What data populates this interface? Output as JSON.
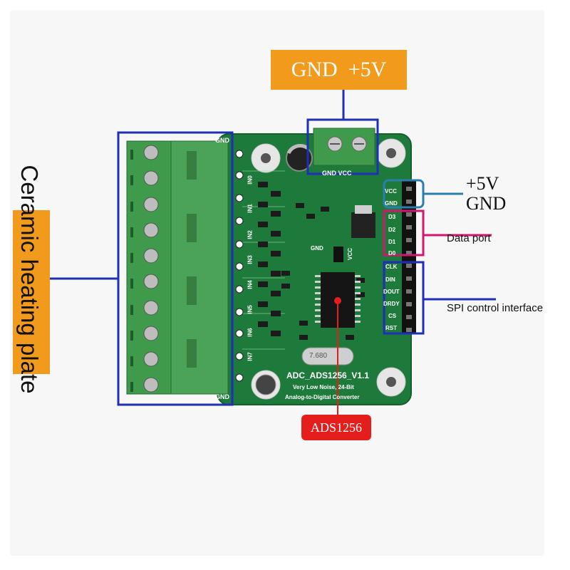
{
  "labels": {
    "power_input": "GND  +5V",
    "ceramic": "Ceramic heating plate",
    "vcc_label": "+5V",
    "gnd_label": "GND",
    "data_port": "Data port",
    "spi": "SPI control interface",
    "chip": "ADS1256"
  },
  "board": {
    "name": "ADC_ADS1256_V1.1",
    "subtitle_1": "Very Low Noise, 24-Bit",
    "subtitle_2": "Analog-to-Digital Converter",
    "header_pins": [
      "VCC",
      "GND",
      "D3",
      "D2",
      "D1",
      "D0",
      "CLK",
      "DIN",
      "DOUT",
      "DRDY",
      "CS",
      "RST"
    ],
    "top_connector": "GND VCC",
    "crystal": "7.680",
    "terminal_top": "GND",
    "terminal_bottom": "GND",
    "jumper_gnd": "GND",
    "jumper_vcc": "VCC",
    "inputs": [
      "IN0",
      "IN1",
      "IN2",
      "IN3",
      "IN4",
      "IN5",
      "IN6",
      "IN7"
    ]
  },
  "colors": {
    "orange": "#f29a1c",
    "red": "#e41d1d",
    "navy": "#1f2fb8",
    "teal": "#2a7fb0",
    "magenta": "#d0196b",
    "pcb": "#1e7a3a",
    "terminal": "#3f9a4c"
  }
}
